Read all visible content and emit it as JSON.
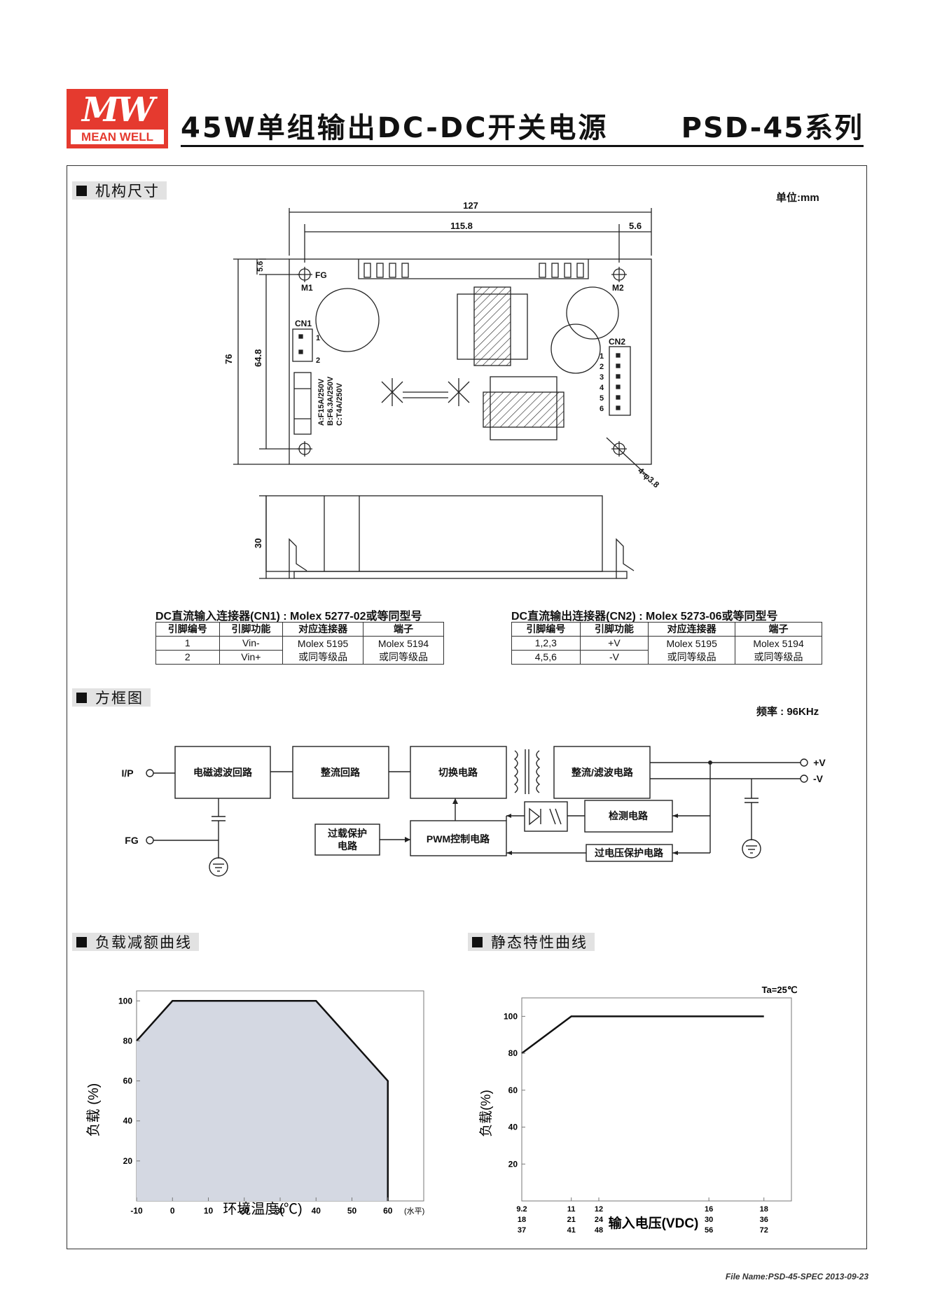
{
  "header": {
    "logo_mw": "MW",
    "logo_name": "MEAN WELL",
    "title": "45W单组输出DC-DC开关电源",
    "series": "PSD-45系列"
  },
  "sections": {
    "mechanical": "机构尺寸",
    "block_diagram": "方框图",
    "derating": "负载减额曲线",
    "static": "静态特性曲线"
  },
  "mechanical": {
    "unit": "单位:mm",
    "dims": {
      "width": "127",
      "hole_span": "115.8",
      "edge_offset": "5.6",
      "top_offset": "5.6",
      "height": "76",
      "hole_height": "64.8",
      "depth": "30",
      "holes": "4-φ3.8"
    },
    "labels": {
      "fg": "FG",
      "m1": "M1",
      "m2": "M2",
      "cn1": "CN1",
      "cn2": "CN2"
    },
    "cn1_pins": [
      "1",
      "2"
    ],
    "cn2_pins": [
      "1",
      "2",
      "3",
      "4",
      "5",
      "6"
    ],
    "fuse_lines": [
      "A:F15A/250V",
      "B:F6.3A/250V",
      "C:T4A/250V"
    ]
  },
  "cn1_table": {
    "caption": "DC直流输入连接器(CN1) : Molex 5277-02或等同型号",
    "headers": [
      "引脚编号",
      "引脚功能",
      "对应连接器",
      "端子"
    ],
    "rows": [
      [
        "1",
        "Vin-"
      ],
      [
        "2",
        "Vin+"
      ]
    ],
    "mating": "Molex 5195",
    "mating_alt": "或同等级品",
    "terminal": "Molex 5194",
    "terminal_alt": "或同等级品"
  },
  "cn2_table": {
    "caption": "DC直流输出连接器(CN2) : Molex 5273-06或等同型号",
    "headers": [
      "引脚编号",
      "引脚功能",
      "对应连接器",
      "端子"
    ],
    "rows": [
      [
        "1,2,3",
        "+V"
      ],
      [
        "4,5,6",
        "-V"
      ]
    ],
    "mating": "Molex 5195",
    "mating_alt": "或同等级品",
    "terminal": "Molex 5194",
    "terminal_alt": "或同等级品"
  },
  "block_diagram": {
    "frequency": "频率 : 96KHz",
    "ip": "I/P",
    "fg": "FG",
    "plus_v": "+V",
    "minus_v": "-V",
    "emi": "电磁滤波回路",
    "rectifier": "整流回路",
    "switching": "切换电路",
    "out_filter": "整流/滤波电路",
    "detect": "检测电路",
    "olp_line1": "过载保护",
    "olp_line2": "电路",
    "pwm": "PWM控制电路",
    "ovp": "过电压保护电路"
  },
  "chart_data": [
    {
      "type": "area",
      "title": "",
      "xlabel": "环境温度(℃)",
      "xlabel_extra": "(水平)",
      "ylabel": "负载 (%)",
      "x": [
        -10,
        0,
        40,
        60,
        60
      ],
      "y": [
        80,
        100,
        100,
        60,
        0
      ],
      "xticks": [
        -10,
        0,
        10,
        20,
        30,
        40,
        50,
        60
      ],
      "yticks": [
        20,
        40,
        60,
        80,
        100
      ],
      "xlim": [
        -10,
        70
      ],
      "ylim": [
        0,
        105
      ],
      "grid": false,
      "fill": "#d4d8e2"
    },
    {
      "type": "line",
      "title": "",
      "annotation": "Ta=25℃",
      "xlabel": "输入电压(VDC)",
      "ylabel": "负载(%)",
      "x_rows": [
        [
          "9.2",
          "11",
          "12",
          "16",
          "18"
        ],
        [
          "18",
          "21",
          "24",
          "30",
          "36"
        ],
        [
          "37",
          "41",
          "48",
          "56",
          "72"
        ]
      ],
      "x": [
        9.2,
        11,
        18
      ],
      "y": [
        80,
        100,
        100
      ],
      "xticks": [
        9.2,
        11,
        12,
        16,
        18
      ],
      "yticks": [
        20,
        40,
        60,
        80,
        100
      ],
      "xlim": [
        9.2,
        19
      ],
      "ylim": [
        0,
        110
      ],
      "grid": false
    }
  ],
  "footer": {
    "file": "File Name:PSD-45-SPEC   2013-09-23"
  }
}
